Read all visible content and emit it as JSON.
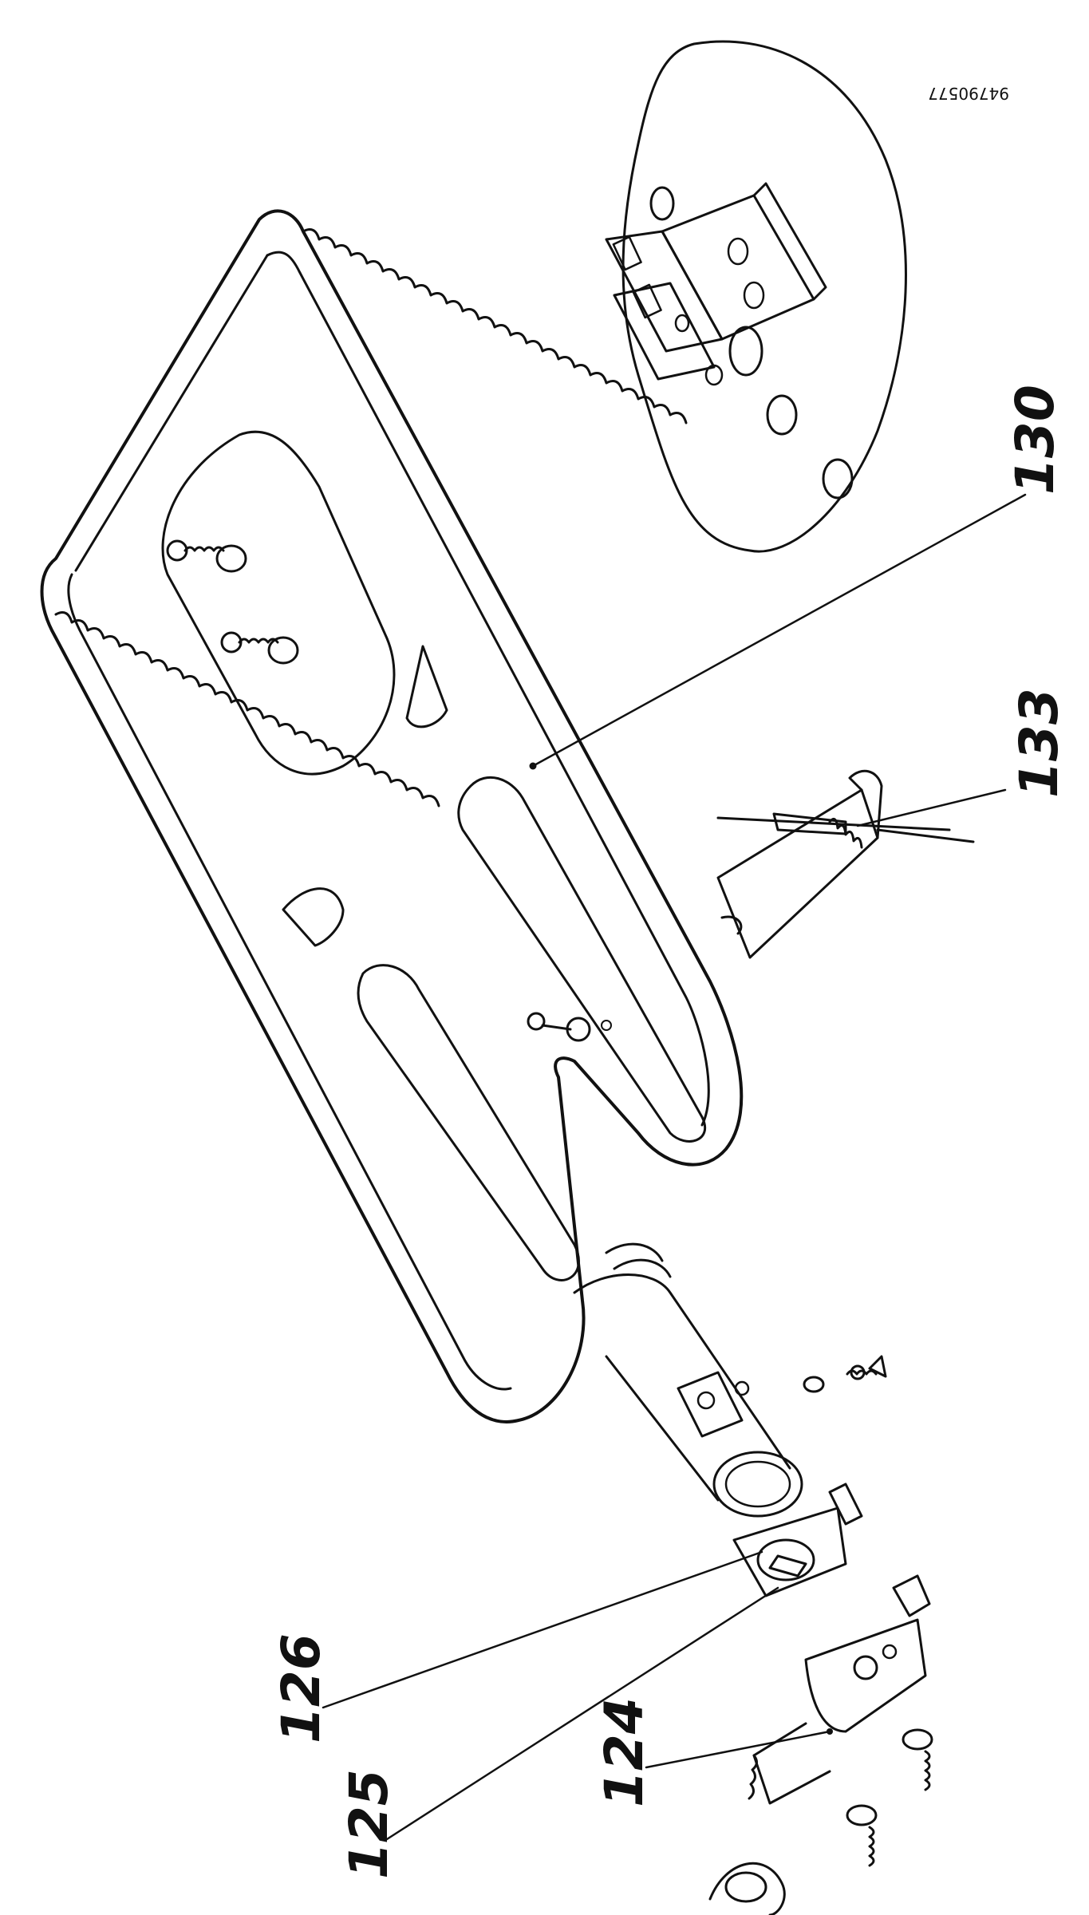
{
  "doc_number": "94790577",
  "callouts": {
    "c130": "130",
    "c133": "133",
    "c126": "126",
    "c125": "125",
    "c124": "124"
  },
  "colors": {
    "ink": "#111111",
    "paper": "#ffffff"
  }
}
